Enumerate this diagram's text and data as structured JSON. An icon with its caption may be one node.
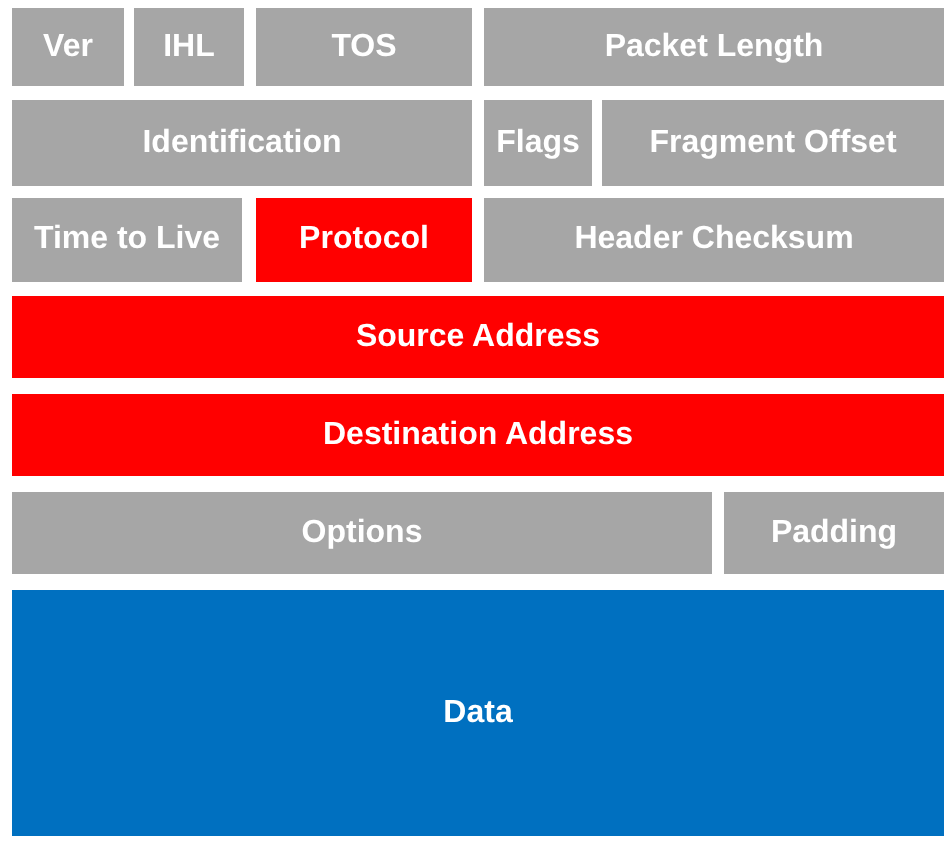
{
  "diagram": {
    "nodes": [
      {
        "text": [
          "Ver"
        ]
      },
      {
        "text": [
          "IHL"
        ]
      },
      {
        "text": [
          "TOS"
        ]
      },
      {
        "text": [
          "Packet Length"
        ]
      },
      {
        "text": [
          "Identification"
        ]
      },
      {
        "text": [
          "Flags"
        ]
      },
      {
        "text": [
          "Fragment Offset"
        ]
      },
      {
        "text": [
          "Time to Live"
        ]
      },
      {
        "text": [
          "Protocol"
        ]
      },
      {
        "text": [
          "Header Checksum"
        ]
      },
      {
        "text": [
          "Source Address"
        ]
      },
      {
        "text": [
          "Destination Address"
        ]
      },
      {
        "text": [
          "Options"
        ]
      },
      {
        "text": [
          "Padding"
        ]
      },
      {
        "text": [
          "Data"
        ]
      }
    ]
  }
}
